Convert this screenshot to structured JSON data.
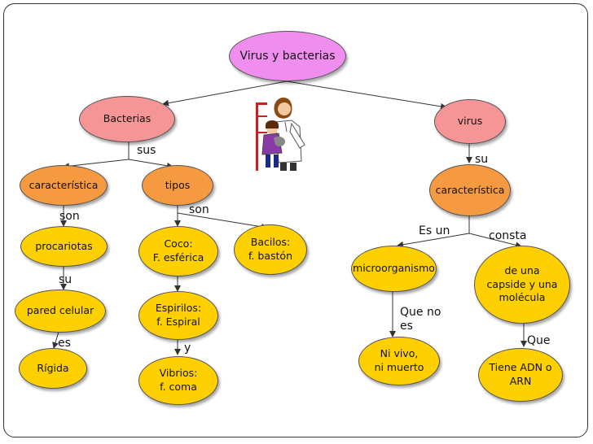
{
  "colors": {
    "root": "#f08ef0",
    "category": "#f59595",
    "characteristic": "#f59a40",
    "concept": "#ffd000",
    "line": "#333333"
  },
  "nodes": {
    "root": "Virus y bacterias",
    "bacterias": "Bacterias",
    "virus": "virus",
    "bact_caracteristica": "característica",
    "tipos": "tipos",
    "virus_caracteristica": "característica",
    "procariotas": "procariotas",
    "pared_celular": "pared celular",
    "rigida": "Rígida",
    "coco": "Coco:\nF. esférica",
    "bacilos": "Bacilos:\nf. bastón",
    "espirilos": "Espirilos:\nf. Espiral",
    "vibrios": "Vibrios:\nf. coma",
    "microorganismo": "microorganismo",
    "capside": "de una\ncapside y una\nmolécula",
    "ni_vivo": "Ni vivo,\nni muerto",
    "adn_arn": "Tiene ADN o\nARN"
  },
  "links": {
    "sus": "sus",
    "son_1": "son",
    "su_1": "su",
    "es": "es",
    "son_2": "son",
    "y": "y",
    "su_2": "su",
    "es_un": "Es un",
    "consta": "consta",
    "que_no_es": "Que no\nes",
    "que": "Que"
  },
  "illustration": "doctor-with-child-clipart"
}
